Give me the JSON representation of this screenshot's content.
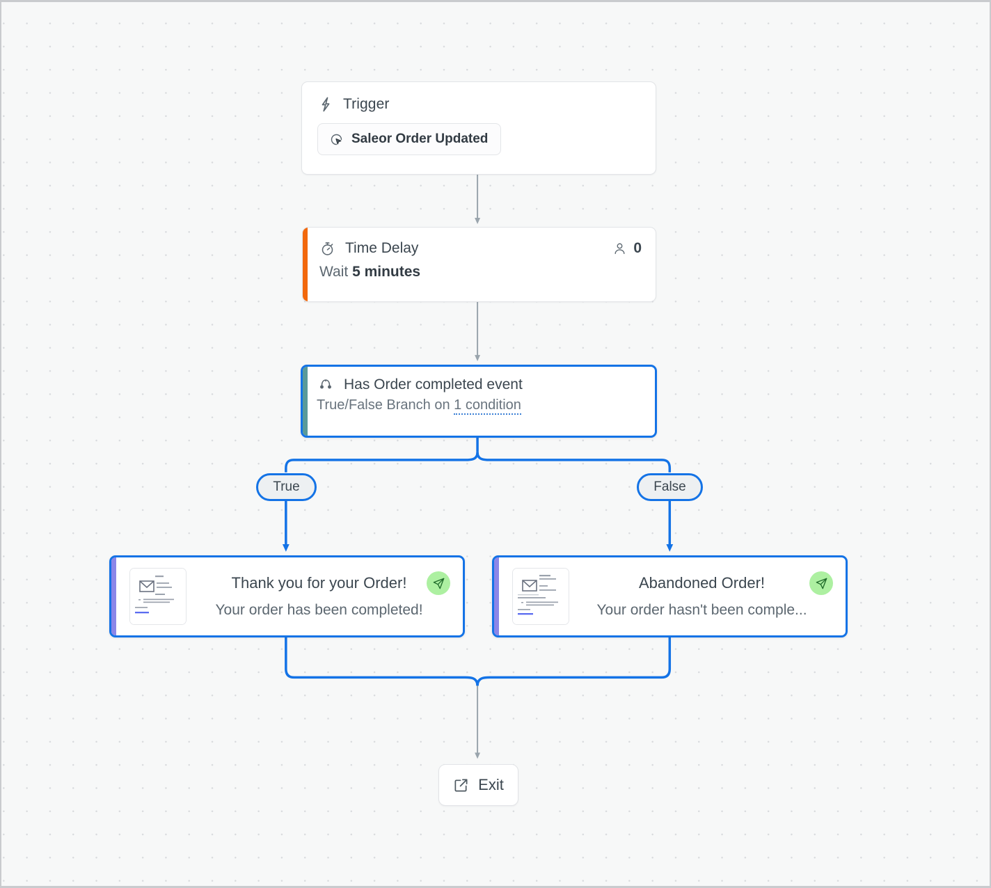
{
  "canvas": {
    "background_color": "#f7f8f8",
    "grid_dot_color": "#d8dadd",
    "selected_border_color": "#1473e6",
    "connector_gray": "#9aa5ad",
    "connector_blue": "#1473e6"
  },
  "nodes": {
    "trigger": {
      "icon": "lightning-bolt-icon",
      "title": "Trigger",
      "event_icon": "cursor-click-icon",
      "event_label": "Saleor Order Updated"
    },
    "time_delay": {
      "icon": "stopwatch-icon",
      "title": "Time Delay",
      "people_icon": "person-icon",
      "people_count": "0",
      "wait_prefix": "Wait",
      "wait_value": "5 minutes",
      "accent_color": "#f2680c"
    },
    "branch": {
      "icon": "split-branch-icon",
      "title": "Has Order completed event",
      "subtitle_prefix": "True/False Branch on",
      "condition_link": "1 condition",
      "accent_color": "#5a9a99"
    },
    "email_true": {
      "thumbnail_icon": "email-preview-thumbnail",
      "title": "Thank you for your Order!",
      "subtitle": "Your order has been completed!",
      "badge_icon": "send-paper-plane-icon",
      "badge_color": "#adf0a1",
      "accent_color": "#8b86e8"
    },
    "email_false": {
      "thumbnail_icon": "email-preview-thumbnail",
      "title": "Abandoned Order!",
      "subtitle": "Your order hasn't been comple...",
      "badge_icon": "send-paper-plane-icon",
      "badge_color": "#adf0a1",
      "accent_color": "#8b86e8"
    },
    "exit": {
      "icon": "external-link-icon",
      "label": "Exit"
    }
  },
  "branch_labels": {
    "true": "True",
    "false": "False"
  }
}
